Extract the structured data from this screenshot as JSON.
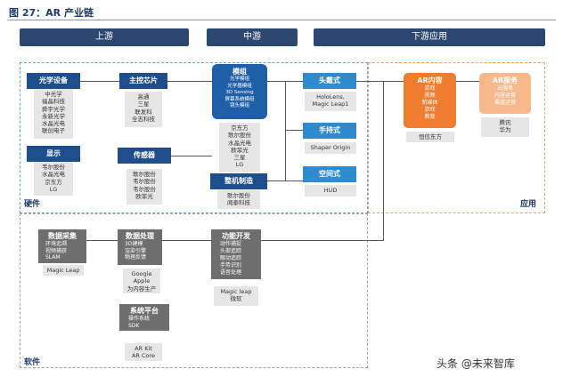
{
  "title": "图 27：AR 产业链",
  "stages": [
    "上游",
    "中游",
    "下游应用"
  ],
  "regions": {
    "hardware": "硬件",
    "software": "软件",
    "application": "应用"
  },
  "hardware": {
    "optical": {
      "header": "光学设备",
      "items": [
        "中光学",
        "福晶科技",
        "舜宇光学",
        "永新光学",
        "水晶光电",
        "联创电子"
      ]
    },
    "display": {
      "header": "显示",
      "items": [
        "韦尔股份",
        "水晶光电",
        "京东方",
        "LG"
      ]
    },
    "chip": {
      "header": "主控芯片",
      "items": [
        "高通",
        "三星",
        "联发科",
        "全志科技"
      ]
    },
    "sensor": {
      "header": "传感器",
      "items": [
        "歌尔股份",
        "韦尔股份",
        "韦尔股份",
        "欧菲光"
      ]
    },
    "module": {
      "header": "模组",
      "sub_items": [
        "光学模组",
        "光学器模组",
        "3D Sensing",
        "屏幕系统模组",
        "镜头模组"
      ],
      "items": [
        "京东方",
        "歌尔股份",
        "水晶光电",
        "欧菲光",
        "三星",
        "LG"
      ]
    },
    "assembly": {
      "header": "整机制造",
      "items": [
        "歌尔股份",
        "闻泰科技"
      ]
    },
    "headset": {
      "header": "头戴式",
      "items": [
        "HoloLens,",
        "Magic Leap1"
      ]
    },
    "handheld": {
      "header": "手持式",
      "items": [
        "Shaper Origin"
      ]
    },
    "spatial": {
      "header": "空间式",
      "items": [
        "HUD"
      ]
    }
  },
  "application": {
    "content": {
      "header": "AR内容",
      "items": [
        "游戏",
        "视频",
        "新媒体",
        "游戏",
        "教育"
      ],
      "caption": "恒信东方"
    },
    "service": {
      "header": "AR服务",
      "items": [
        "云服务",
        "内容运营",
        "渠道运营"
      ],
      "captions": [
        "腾讯",
        "华为"
      ]
    }
  },
  "software": {
    "capture": {
      "header": "数据采集",
      "items": [
        "环境追溯",
        "视频捕获",
        "SLAM"
      ],
      "caption": "Magic Leap"
    },
    "processing": {
      "header": "数据处理",
      "items": [
        "3D建模",
        "渲染引擎",
        "物理反馈"
      ],
      "captions": [
        "Google",
        "Apple",
        "为内容生产"
      ]
    },
    "platform": {
      "header": "系统平台",
      "items": [
        "操作系统",
        "SDK"
      ],
      "captions": [
        "AR Kit",
        "AR Core"
      ]
    },
    "development": {
      "header": "功能开发",
      "items": [
        "动作捕捉",
        "头部追踪",
        "眼动追踪",
        "手势识别",
        "语音处理"
      ],
      "captions": [
        "Magic leap",
        "微软"
      ]
    }
  },
  "watermark": "头条 @未来智库"
}
